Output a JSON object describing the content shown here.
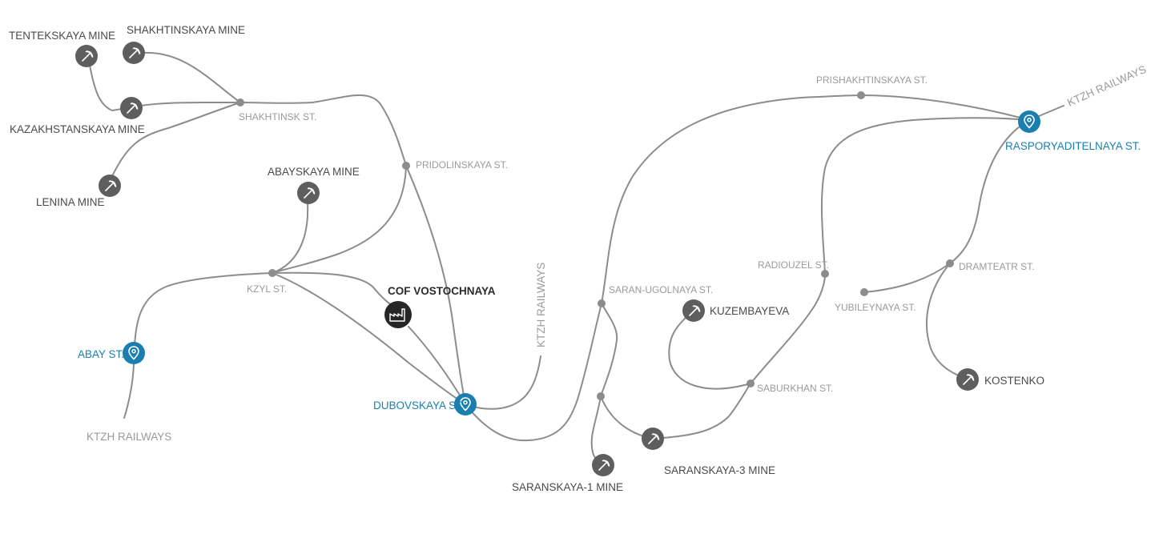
{
  "colors": {
    "rail": "#8c8c8c",
    "mine": "#5e5e5e",
    "terminal": "#1a7fb0",
    "plant": "#262626",
    "station_label": "#9a9a9a",
    "mine_label": "#4a4a4a"
  },
  "mines": {
    "tentekskaya": "TENTEKSKAYA MINE",
    "shakhtinskaya": "SHAKHTINSKAYA MINE",
    "kazakhstanskaya": "KAZAKHSTANSKAYA MINE",
    "lenina": "LENINA MINE",
    "abayskaya": "ABAYSKAYA MINE",
    "kuzembayeva": "KUZEMBAYEVA",
    "kostenko": "KOSTENKO",
    "saranskaya1": "SARANSKAYA-1 MINE",
    "saranskaya3": "SARANSKAYA-3 MINE"
  },
  "stations": {
    "shakhtinsk": "SHAKHTINSK ST.",
    "pridolinskaya": "PRIDOLINSKAYA ST.",
    "kzyl": "KZYL ST.",
    "saran_ugolnaya": "SARAN-UGOLNAYA ST.",
    "prishakhtinskaya": "PRISHAKHTINSKAYA ST.",
    "radiouzel": "RADIOUZEL ST.",
    "dramteatr": "DRAMTEATR ST.",
    "yubileynaya": "YUBILEYNAYA ST.",
    "saburkhan": "SABURKHAN ST."
  },
  "terminals": {
    "abay": "ABAY ST.",
    "dubovskaya": "DUBOVSKAYA ST.",
    "rasporyaditelnaya": "RASPORYADITELNAYA ST."
  },
  "plant": {
    "label": "COF VOSTOCHNAYA"
  },
  "railways": {
    "south_west": "KTZH RAILWAYS",
    "central": "KTZH RAILWAYS",
    "north_east": "KTZH RAILWAYS"
  },
  "icons": {
    "mine": "pickaxe-icon",
    "terminal": "map-pin-icon",
    "plant": "factory-icon"
  }
}
